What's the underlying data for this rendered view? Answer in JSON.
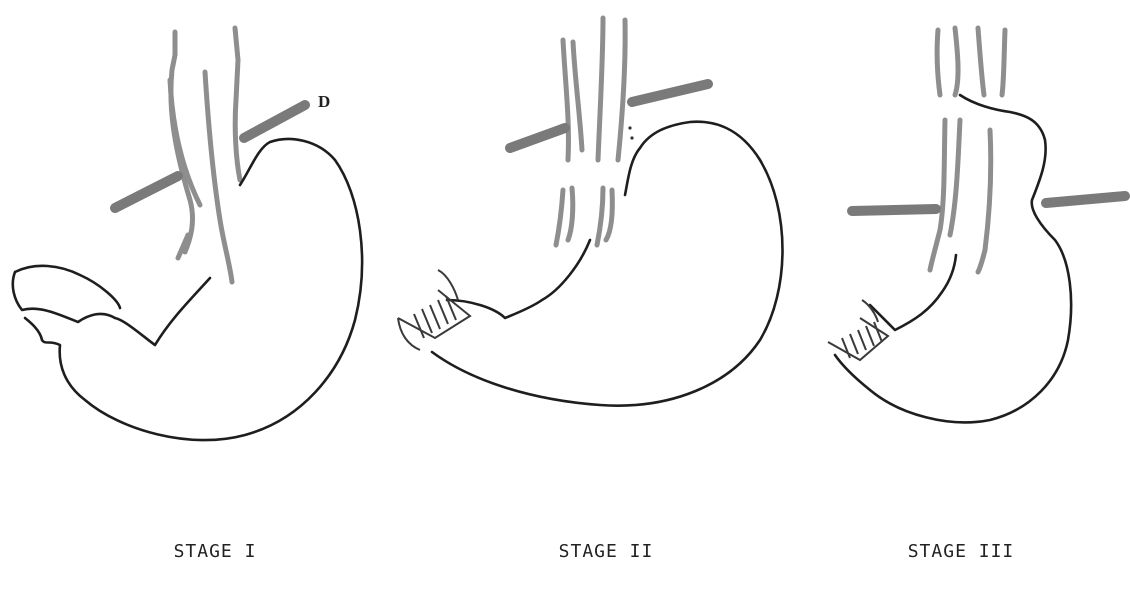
{
  "figure": {
    "panels": [
      {
        "caption": "STAGE I"
      },
      {
        "caption": "STAGE II"
      },
      {
        "caption": "STAGE III"
      }
    ],
    "labels": {
      "d": "D"
    }
  }
}
